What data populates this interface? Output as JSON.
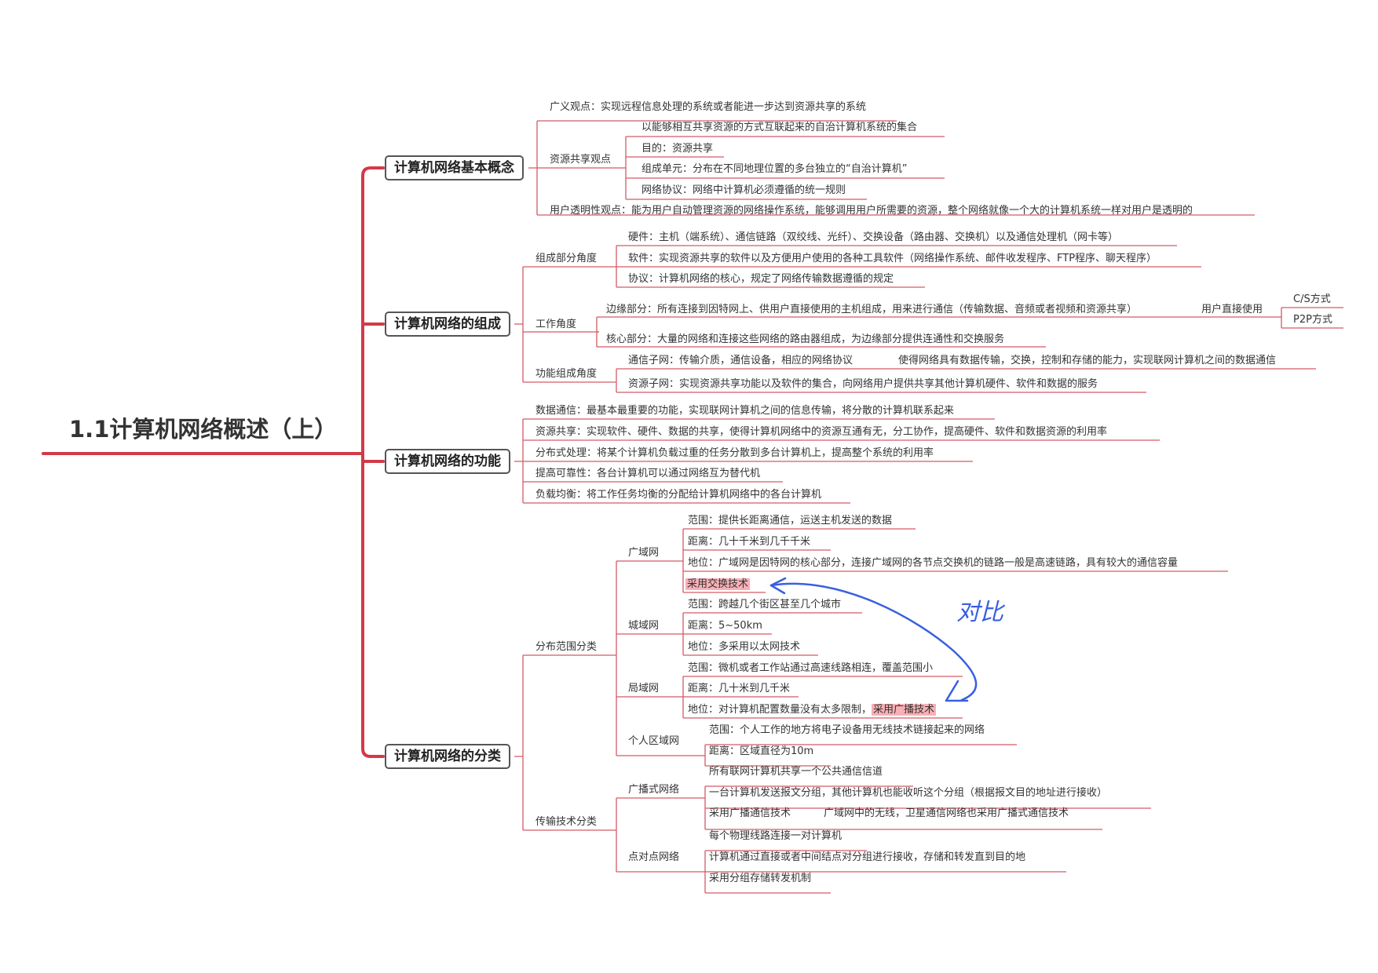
{
  "root": "1.1计算机网络概述（上）",
  "annotation": "对比",
  "colors": {
    "branch": "#d23a48",
    "line": "#d35a66",
    "highlight": "#f7b0b6",
    "annotation": "#3a5fe0"
  },
  "basic": {
    "title": "计算机网络基本概念",
    "broad": "广义观点：实现远程信息处理的系统或者能进一步达到资源共享的系统",
    "share": "资源共享观点",
    "share_def": "以能够相互共享资源的方式互联起来的自治计算机系统的集合",
    "share_goal": "目的：资源共享",
    "share_unit": "组成单元：分布在不同地理位置的多台独立的“自治计算机”",
    "share_proto": "网络协议：网络中计算机必须遵循的统一规则",
    "user": "用户透明性观点：能为用户自动管理资源的网络操作系统，能够调用用户所需要的资源，整个网络就像一个大的计算机系统一样对用户是透明的"
  },
  "comp": {
    "title": "计算机网络的组成",
    "parts": "组成部分角度",
    "hw": "硬件：主机（端系统）、通信链路（双绞线、光纤）、交换设备（路由器、交换机）以及通信处理机（网卡等）",
    "sw": "软件：实现资源共享的软件以及方便用户使用的各种工具软件（网络操作系统、邮件收发程序、FTP程序、聊天程序）",
    "proto": "协议：计算机网络的核心，规定了网络传输数据遵循的规定",
    "work": "工作角度",
    "edge": "边缘部分：所有连接到因特网上、供用户直接使用的主机组成，用来进行通信（传输数据、音频或者视频和资源共享）",
    "direct": "用户直接使用",
    "cs": "C/S方式",
    "p2p": "P2P方式",
    "core": "核心部分：大量的网络和连接这些网络的路由器组成，为边缘部分提供连通性和交换服务",
    "func": "功能组成角度",
    "comm": "通信子网：传输介质，通信设备，相应的网络协议",
    "comm_detail": "使得网络具有数据传输，交换，控制和存储的能力，实现联网计算机之间的数据通信",
    "res": "资源子网：实现资源共享功能以及软件的集合，向网络用户提供共享其他计算机硬件、软件和数据的服务"
  },
  "func": {
    "title": "计算机网络的功能",
    "data": "数据通信：最基本最重要的功能，实现联网计算机之间的信息传输，将分散的计算机联系起来",
    "share": "资源共享：实现软件、硬件、数据的共享，使得计算机网络中的资源互通有无，分工协作，提高硬件、软件和数据资源的利用率",
    "dist": "分布式处理：将某个计算机负载过重的任务分散到多台计算机上，提高整个系统的利用率",
    "rel": "提高可靠性：各台计算机可以通过网络互为替代机",
    "lb": "负载均衡：将工作任务均衡的分配给计算机网络中的各台计算机"
  },
  "cls": {
    "title": "计算机网络的分类",
    "scope": "分布范围分类",
    "wan": "广域网",
    "wan_range": "范围：提供长距离通信，运送主机发送的数据",
    "wan_dist": "距离：几十千米到几千千米",
    "wan_pos": "地位：广域网是因特网的核心部分，连接广域网的各节点交换机的链路一般是高速链路，具有较大的通信容量",
    "wan_tech": "采用交换技术",
    "man": "城域网",
    "man_range": "范围：跨越几个街区甚至几个城市",
    "man_dist": "距离：5~50km",
    "man_pos": "地位：多采用以太网技术",
    "lan": "局域网",
    "lan_range": "范围：微机或者工作站通过高速线路相连，覆盖范围小",
    "lan_dist": "距离：几十米到几千米",
    "lan_pos": "地位：对计算机配置数量没有太多限制，",
    "lan_tech": "采用广播技术",
    "pan": "个人区域网",
    "pan_range": "范围：个人工作的地方将电子设备用无线技术链接起来的网络",
    "pan_dist": "距离：区域直径为10m",
    "trans": "传输技术分类",
    "bc": "广播式网络",
    "bc1": "所有联网计算机共享一个公共通信信道",
    "bc2": "一台计算机发送报文分组，其他计算机也能收听这个分组（根据报文目的地址进行接收）",
    "bc3": "采用广播通信技术",
    "bc3_detail": "广域网中的无线，卫星通信网络也采用广播式通信技术",
    "p2p": "点对点网络",
    "p1": "每个物理线路连接一对计算机",
    "p2": "计算机通过直接或者中间结点对分组进行接收，存储和转发直到目的地",
    "p3": "采用分组存储转发机制"
  }
}
